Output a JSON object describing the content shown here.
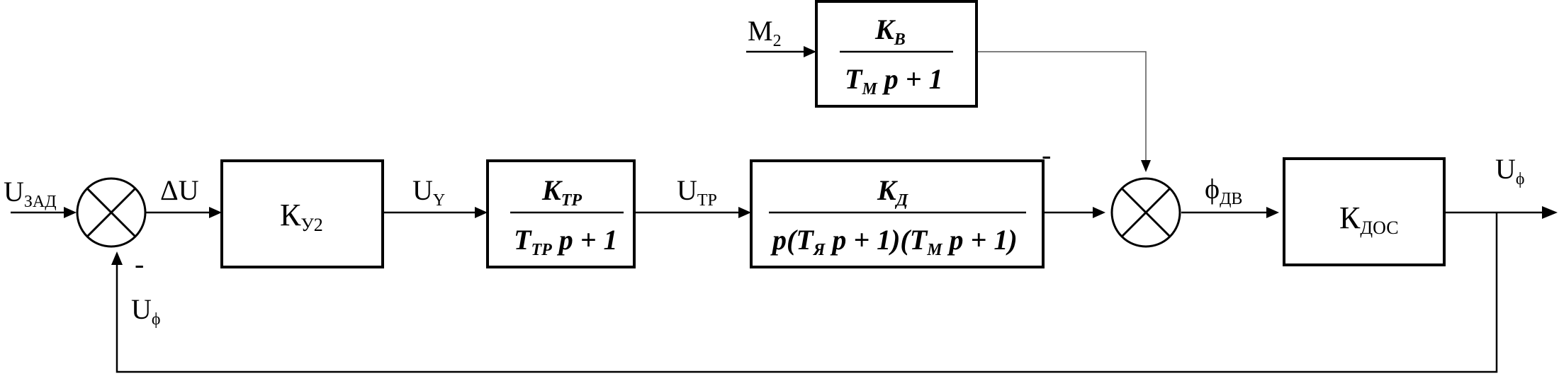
{
  "signals": {
    "u_zad": {
      "main": "U",
      "sub": "ЗАД"
    },
    "delta_u": {
      "main": "ΔU"
    },
    "u_y": {
      "main": "U",
      "sub": "Y"
    },
    "u_tr": {
      "main": "U",
      "sub": "ТР"
    },
    "m2": {
      "main": "M",
      "sub": "2"
    },
    "phi_dv": {
      "main": "ϕ",
      "sub": "ДВ"
    },
    "u_phi_out": {
      "main": "U",
      "sub": "ϕ"
    },
    "u_phi_fb": {
      "main": "U",
      "sub": "ϕ"
    }
  },
  "signs": {
    "sum1_minus": "-",
    "sum2_minus": "-"
  },
  "blocks": {
    "k_u2": {
      "main": "К",
      "sub": "У2"
    },
    "k_dos": {
      "main": "К",
      "sub": "ДОС"
    },
    "k_tr": {
      "num_main": "K",
      "num_sub": "TP",
      "den_t": "T",
      "den_t_sub": "TP",
      "den_rest": " p + 1"
    },
    "k_d": {
      "num_main": "K",
      "num_sub": "Д",
      "den_p": "p(",
      "den_t1": "T",
      "den_t1_sub": "Я",
      "den_mid": " p + 1)(",
      "den_t2": "T",
      "den_t2_sub": "M",
      "den_end": " p + 1)"
    },
    "k_v": {
      "num_main": "K",
      "num_sub": "B",
      "den_t": "T",
      "den_t_sub": "M",
      "den_rest": " p + 1"
    }
  }
}
